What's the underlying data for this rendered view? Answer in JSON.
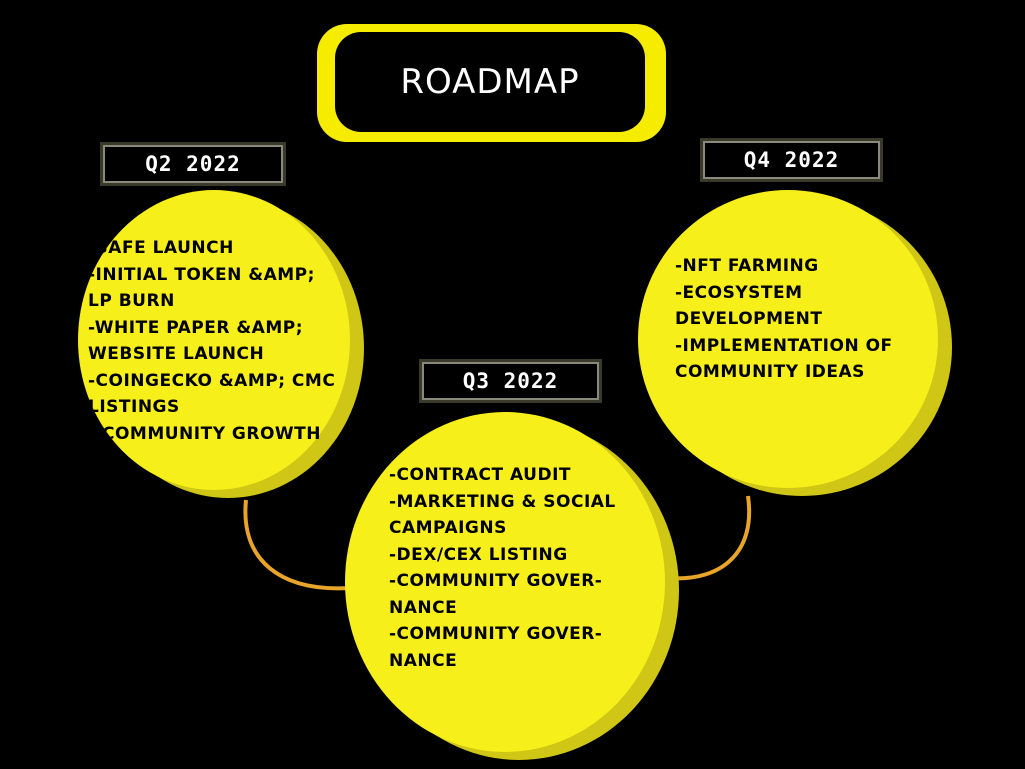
{
  "title": "ROADMAP",
  "colors": {
    "background": "#000000",
    "accent": "#f6ef1a",
    "connector": "#e8a52a"
  },
  "phases": [
    {
      "label": "Q2 2022",
      "items": [
        "-SAFE LAUNCH",
        "-INITIAL TOKEN &amp;",
        "LP BURN",
        "-WHITE PAPER &amp;",
        "WEBSITE LAUNCH",
        "-COINGECKO &amp; CMC",
        "LISTINGS",
        "-   COMMUNITY GROWTH"
      ]
    },
    {
      "label": "Q3 2022",
      "items": [
        "-CONTRACT AUDIT",
        "-MARKETING & SOCIAL",
        "CAMPAIGNS",
        "-DEX/CEX LISTING",
        "-COMMUNITY GOVER-",
        "NANCE",
        "-COMMUNITY GOVER-",
        "NANCE"
      ]
    },
    {
      "label": "Q4 2022",
      "items": [
        "-NFT FARMING",
        "-ECOSYSTEM",
        "DEVELOPMENT",
        "-IMPLEMENTATION OF",
        "COMMUNITY IDEAS"
      ]
    }
  ]
}
